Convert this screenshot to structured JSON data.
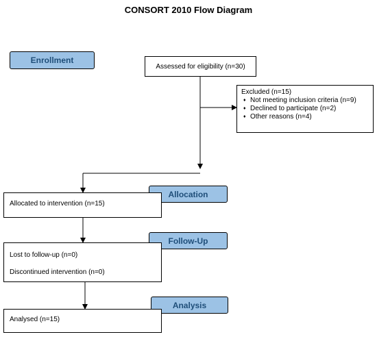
{
  "title": "CONSORT 2010 Flow Diagram",
  "stages": {
    "enrollment": "Enrollment",
    "allocation": "Allocation",
    "followup": "Follow-Up",
    "analysis": "Analysis"
  },
  "boxes": {
    "assessed": "Assessed for eligibility (n=30)",
    "excluded": {
      "heading": "Excluded (n=15)",
      "items": [
        "Not meeting inclusion criteria (n=9)",
        "Declined to participate (n=2)",
        "Other reasons (n=4)"
      ]
    },
    "allocated": "Allocated to intervention (n=15)",
    "lost_followup": "Lost to follow-up (n=0)",
    "discontinued": "Discontinued intervention (n=0)",
    "analysed": "Analysed (n=15)"
  },
  "colors": {
    "stage_fill": "#9cc2e5",
    "stage_text": "#1f4e79",
    "line": "#000000"
  }
}
